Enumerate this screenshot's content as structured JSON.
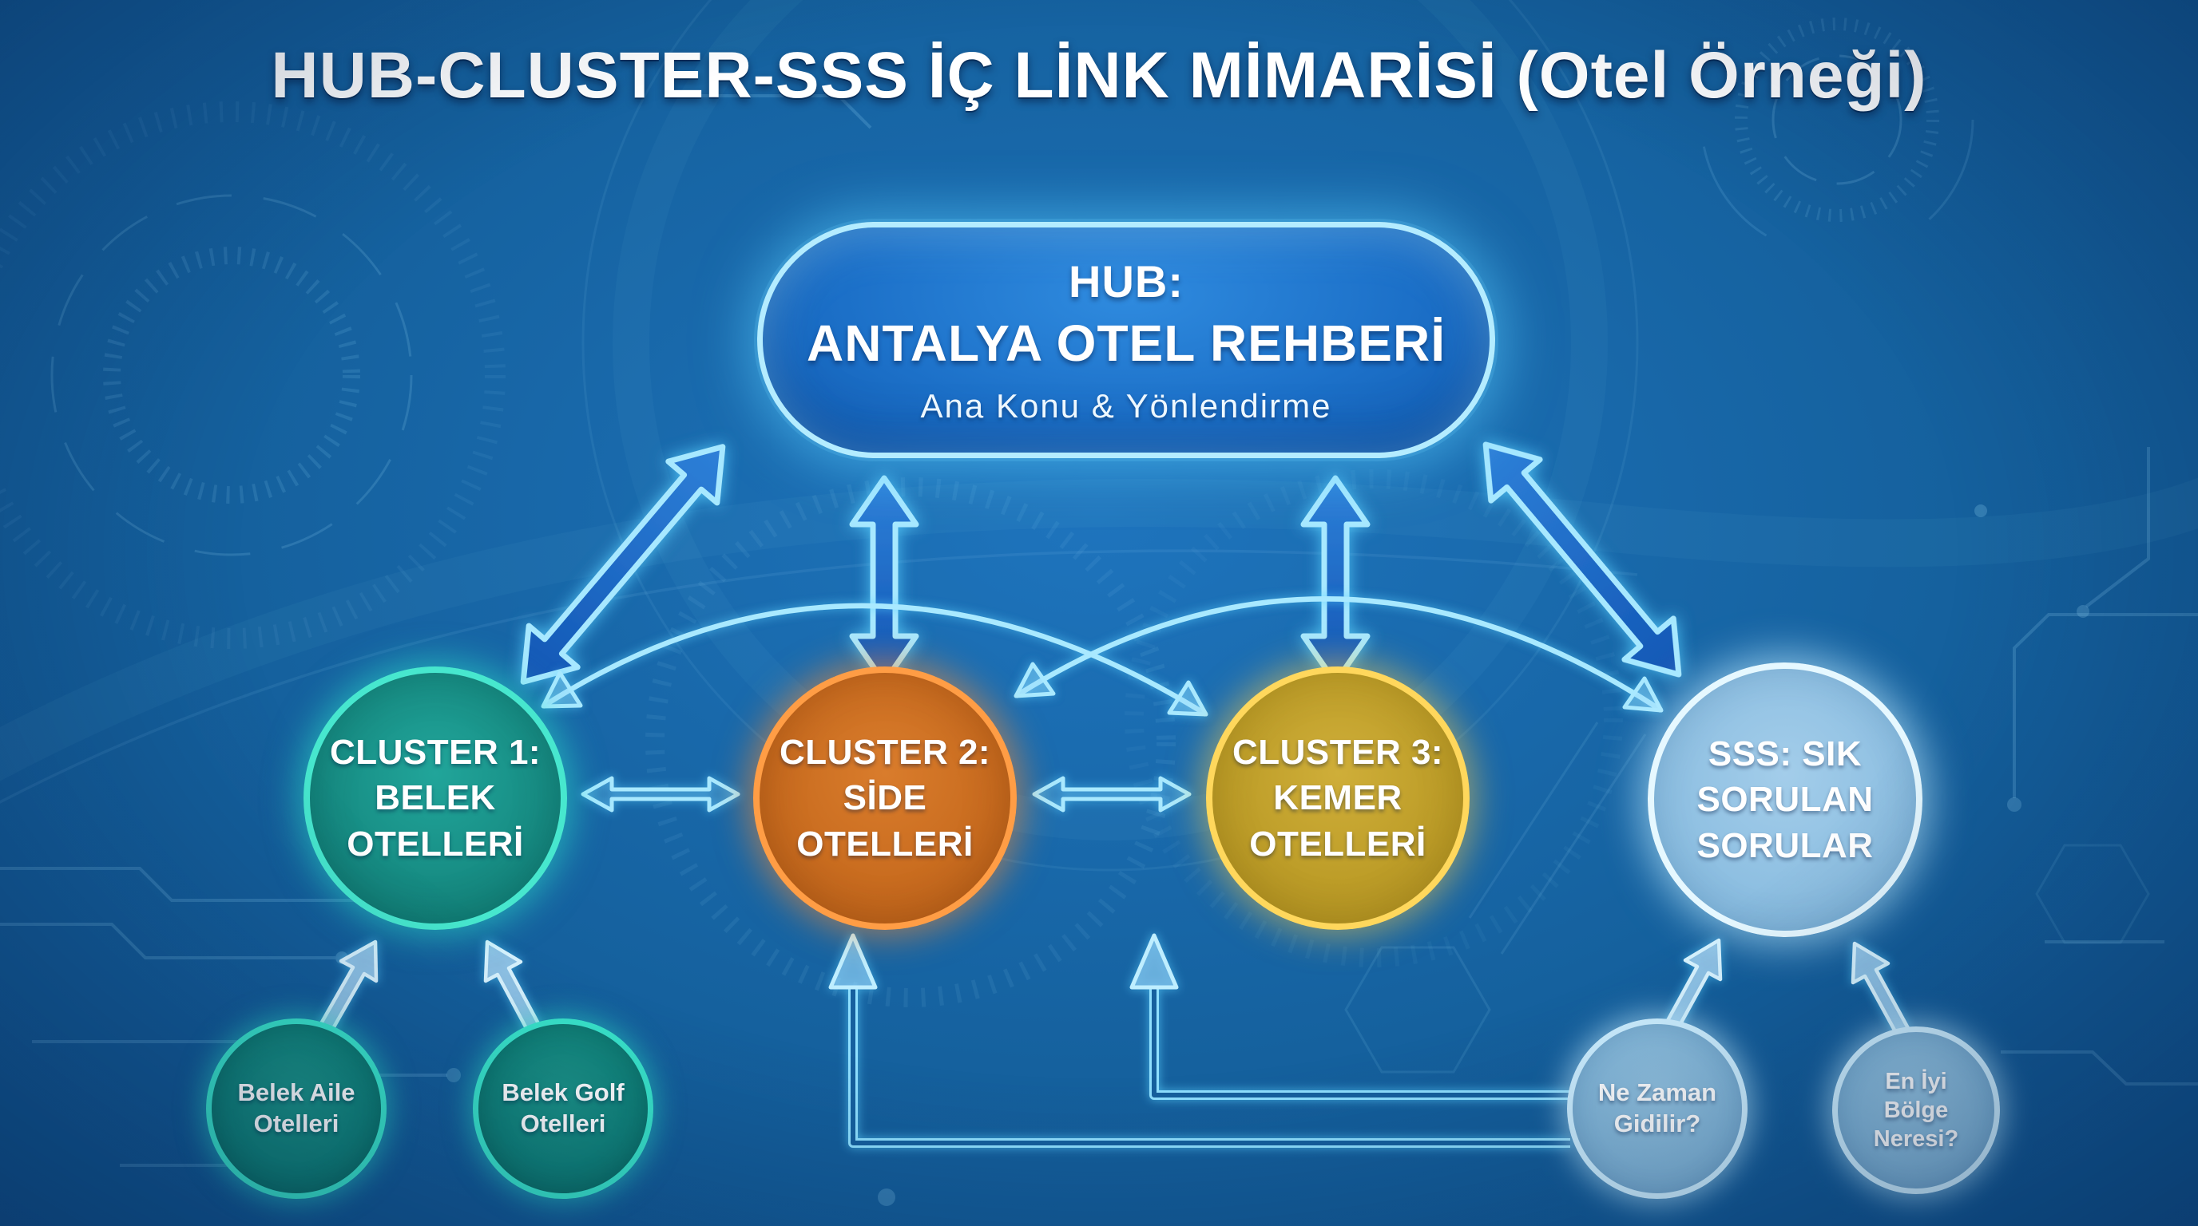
{
  "title": "HUB-CLUSTER-SSS İÇ LİNK MİMARİSİ (Otel Örneği)",
  "hub": {
    "heading": "HUB:",
    "name": "ANTALYA OTEL REHBERİ",
    "subtitle": "Ana Konu & Yönlendirme",
    "fill_color": "#1c70c8",
    "ring_color": "#b4ecff"
  },
  "clusters": [
    {
      "id": "cluster-1-belek",
      "label": "CLUSTER 1:\nBELEK\nOTELLERİ",
      "fill_color": "#178d84",
      "ring_color": "#47e7ce"
    },
    {
      "id": "cluster-2-side",
      "label": "CLUSTER 2:\nSİDE\nOTELLERİ",
      "fill_color": "#c96c1f",
      "ring_color": "#ff9d45"
    },
    {
      "id": "cluster-3-kemer",
      "label": "CLUSTER 3:\nKEMER\nOTELLERİ",
      "fill_color": "#bd9d28",
      "ring_color": "#ffd75c"
    },
    {
      "id": "sss",
      "label": "SSS: SIK\nSORULAN\nSORULAR",
      "fill_color": "#8fc0e2",
      "ring_color": "#e6f8ff"
    }
  ],
  "subnodes": [
    {
      "id": "belek-aile",
      "label": "Belek Aile\nOtelleri",
      "fill_color": "#10837a",
      "ring_color": "#39e3ca"
    },
    {
      "id": "belek-golf",
      "label": "Belek Golf\nOtelleri",
      "fill_color": "#10837a",
      "ring_color": "#39e3ca"
    },
    {
      "id": "ne-zaman",
      "label": "Ne Zaman\nGidilir?",
      "fill_color": "#83b7d9",
      "ring_color": "#cceeff"
    },
    {
      "id": "en-iyi-bolge",
      "label": "En İyi\nBölge\nNeresi?",
      "fill_color": "#83b7d9",
      "ring_color": "#cceeff"
    }
  ],
  "links": [
    {
      "from": "hub",
      "to": "cluster-1-belek",
      "style": "thick-double-arrow"
    },
    {
      "from": "hub",
      "to": "cluster-2-side",
      "style": "thick-double-arrow"
    },
    {
      "from": "hub",
      "to": "cluster-3-kemer",
      "style": "thick-double-arrow"
    },
    {
      "from": "hub",
      "to": "sss",
      "style": "thick-double-arrow"
    },
    {
      "from": "cluster-1-belek",
      "to": "cluster-2-side",
      "style": "thin-double-arrow"
    },
    {
      "from": "cluster-2-side",
      "to": "cluster-3-kemer",
      "style": "thin-double-arrow"
    },
    {
      "from": "cluster-1-belek",
      "to": "cluster-3-kemer",
      "style": "curved-double-arrow"
    },
    {
      "from": "cluster-2-side",
      "to": "sss",
      "style": "curved-double-arrow"
    },
    {
      "from": "belek-aile",
      "to": "cluster-1-belek",
      "style": "arrow"
    },
    {
      "from": "belek-golf",
      "to": "cluster-1-belek",
      "style": "arrow"
    },
    {
      "from": "ne-zaman",
      "to": "sss",
      "style": "arrow"
    },
    {
      "from": "en-iyi-bolge",
      "to": "sss",
      "style": "arrow"
    },
    {
      "from": "ne-zaman",
      "to": "cluster-2-side",
      "style": "elbow-arrow"
    },
    {
      "from": "ne-zaman",
      "to": "cluster-3-kemer",
      "style": "elbow-arrow"
    }
  ],
  "palette": {
    "background": "#15619e",
    "big_arrow_fill": "#1a67c9",
    "big_arrow_outline": "#a7e8ff",
    "link_line": "#a9e9ff",
    "title_color": "#ffffff"
  }
}
